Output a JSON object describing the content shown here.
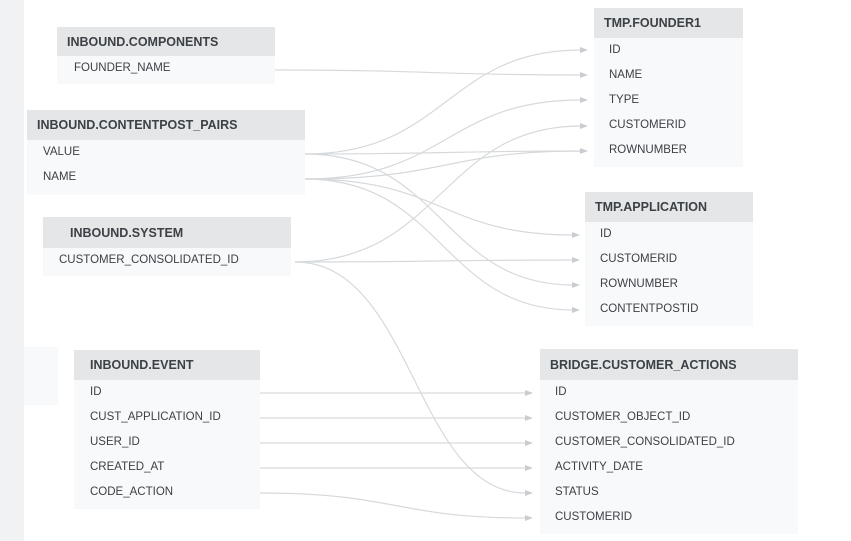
{
  "tables": {
    "inbound_components": {
      "title": "INBOUND.COMPONENTS",
      "columns": [
        "FOUNDER_NAME"
      ]
    },
    "inbound_contentpost_pairs": {
      "title": "INBOUND.CONTENTPOST_PAIRS",
      "columns": [
        "VALUE",
        "NAME"
      ]
    },
    "inbound_system": {
      "title": "INBOUND.SYSTEM",
      "columns": [
        "CUSTOMER_CONSOLIDATED_ID"
      ]
    },
    "inbound_event": {
      "title": "INBOUND.EVENT",
      "columns": [
        "ID",
        "CUST_APPLICATION_ID",
        "USER_ID",
        "CREATED_AT",
        "CODE_ACTION"
      ]
    },
    "tmp_founder1": {
      "title": "TMP.FOUNDER1",
      "columns": [
        "ID",
        "NAME",
        "TYPE",
        "CUSTOMERID",
        "ROWNUMBER"
      ]
    },
    "tmp_application": {
      "title": "TMP.APPLICATION",
      "columns": [
        "ID",
        "CUSTOMERID",
        "ROWNUMBER",
        "CONTENTPOSTID"
      ]
    },
    "bridge_customer_actions": {
      "title": "BRIDGE.CUSTOMER_ACTIONS",
      "columns": [
        "ID",
        "CUSTOMER_OBJECT_ID",
        "CUSTOMER_CONSOLIDATED_ID",
        "ACTIVITY_DATE",
        "STATUS",
        "CUSTOMERID"
      ]
    }
  },
  "colors": {
    "line": "#d6d9dc",
    "arrow": "#c9cdd1",
    "header": "#e4e6e8",
    "body": "#f8f9fa",
    "text": "#3c4146"
  }
}
